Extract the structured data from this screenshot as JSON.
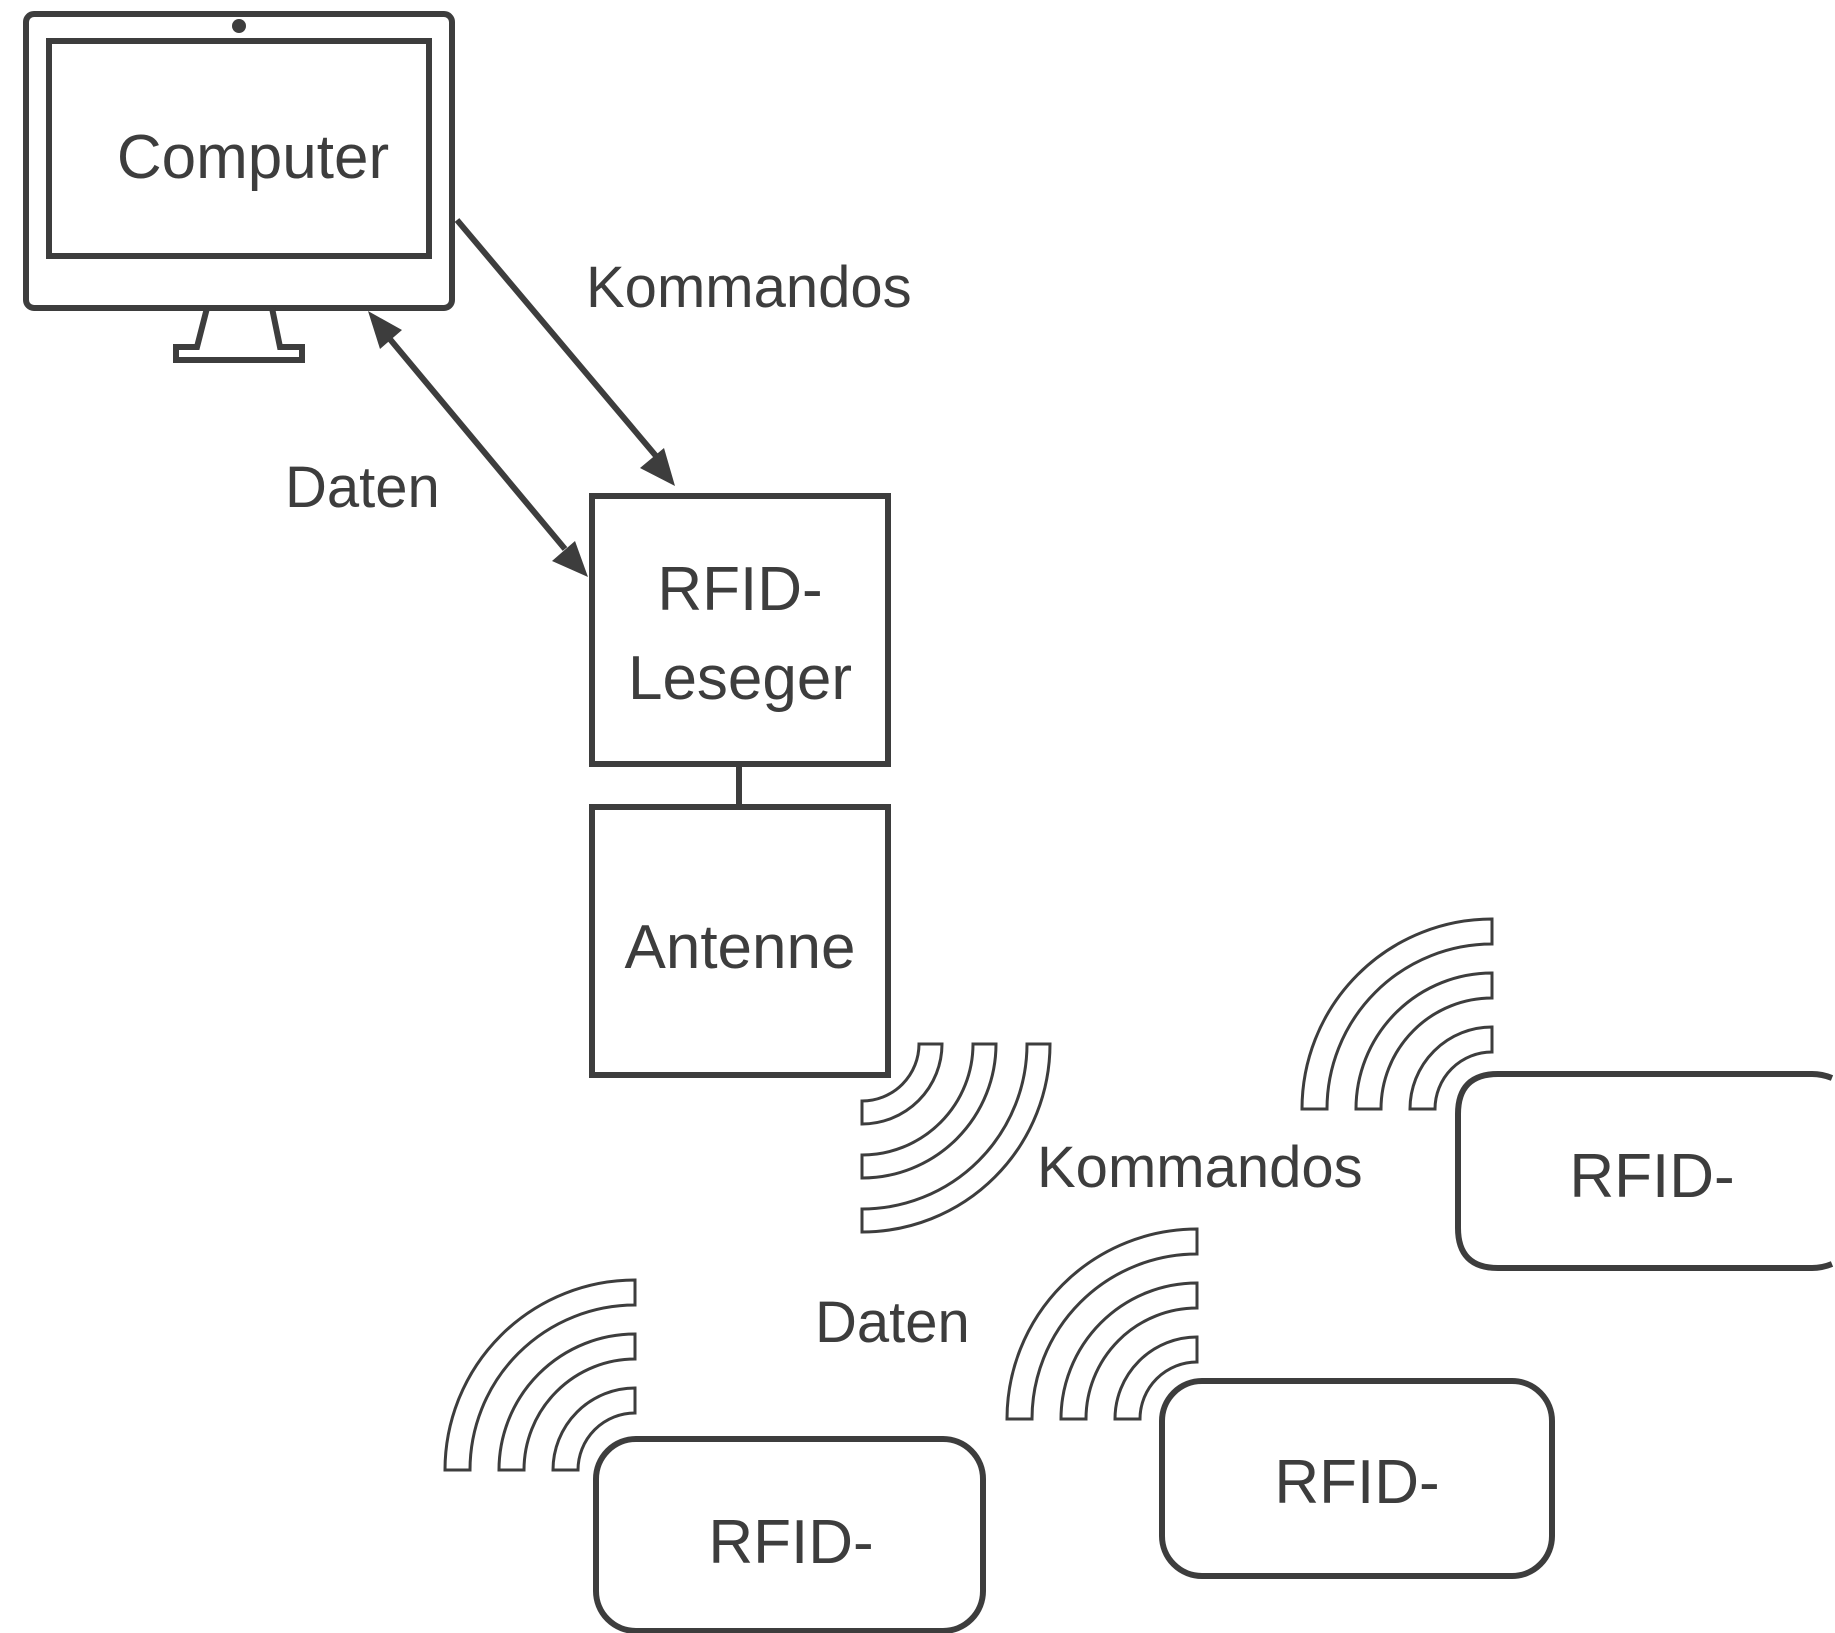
{
  "colors": {
    "stroke": "#3d3d3d",
    "background": "#ffffff"
  },
  "computer": {
    "label": "Computer"
  },
  "upper_link": {
    "commands_label": "Kommandos",
    "data_label": "Daten"
  },
  "reader": {
    "line1": "RFID-",
    "line2": "Leseger"
  },
  "antenna": {
    "label": "Antenne"
  },
  "radio_link": {
    "commands_label": "Kommandos",
    "data_label": "Daten"
  },
  "tags": [
    {
      "label": "RFID-"
    },
    {
      "label": "RFID-"
    },
    {
      "label": "RFID-"
    }
  ]
}
